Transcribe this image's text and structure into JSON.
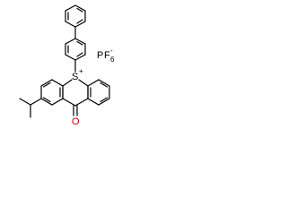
{
  "molecule": {
    "sulfur_label": "S",
    "sulfur_charge": "+",
    "oxygen_label": "O",
    "counterion": {
      "element_p": "P",
      "element_f": "F",
      "charge": "-",
      "count": "6"
    }
  },
  "colors": {
    "bond": "#000000",
    "oxygen": "#c00000",
    "text": "#000000"
  }
}
